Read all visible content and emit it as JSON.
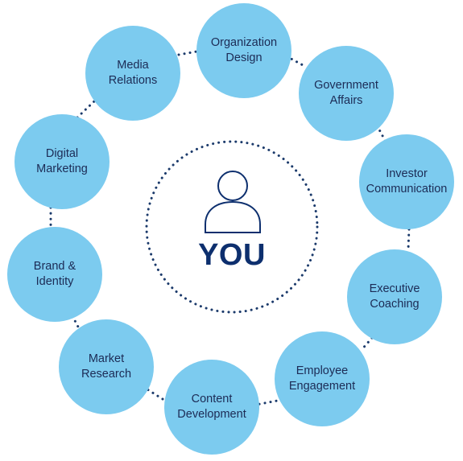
{
  "center": {
    "label": "YOU",
    "icon": "person-icon"
  },
  "nodes": [
    {
      "label": "Organization\nDesign"
    },
    {
      "label": "Government\nAffairs"
    },
    {
      "label": "Investor\nCommunication"
    },
    {
      "label": "Executive\nCoaching"
    },
    {
      "label": "Employee\nEngagement"
    },
    {
      "label": "Content\nDevelopment"
    },
    {
      "label": "Market\nResearch"
    },
    {
      "label": "Brand &\nIdentity"
    },
    {
      "label": "Digital\nMarketing"
    },
    {
      "label": "Media\nRelations"
    }
  ],
  "colors": {
    "node_fill": "#7ccbef",
    "node_text": "#1c2b55",
    "center_text": "#0d2f6e",
    "dots": "#1b3a6b"
  }
}
